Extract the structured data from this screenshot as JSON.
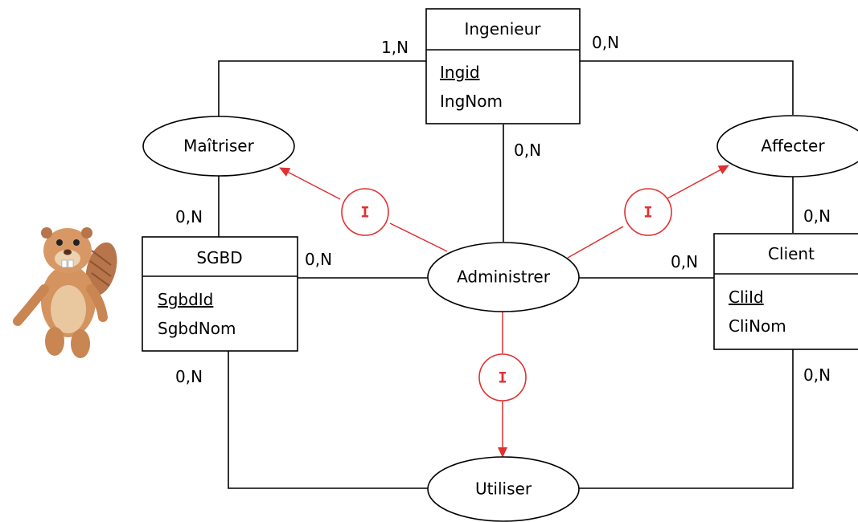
{
  "colors": {
    "line": "#000000",
    "constraint": "#e03030",
    "background": "#ffffff"
  },
  "entities": {
    "ingenieur": {
      "name": "Ingenieur",
      "key": "Ingid",
      "attr": "IngNom"
    },
    "sgbd": {
      "name": "SGBD",
      "key": "SgbdId",
      "attr": "SgbdNom"
    },
    "client": {
      "name": "Client",
      "key": "CliId",
      "attr": "CliNom"
    }
  },
  "relations": {
    "maitriser": "Maîtriser",
    "affecter": "Affecter",
    "administrer": "Administrer",
    "utiliser": "Utiliser"
  },
  "constraints": {
    "left": "I",
    "right": "I",
    "bottom": "I"
  },
  "cardinalities": {
    "ing_maitriser": "1,N",
    "ing_affecter": "0,N",
    "ing_administrer": "0,N",
    "sgbd_maitriser": "0,N",
    "sgbd_administrer": "0,N",
    "client_affecter": "0,N",
    "client_administrer": "0,N",
    "sgbd_utiliser": "0,N",
    "client_utiliser": "0,N"
  },
  "mascot_icon": "beaver-mascot-icon"
}
